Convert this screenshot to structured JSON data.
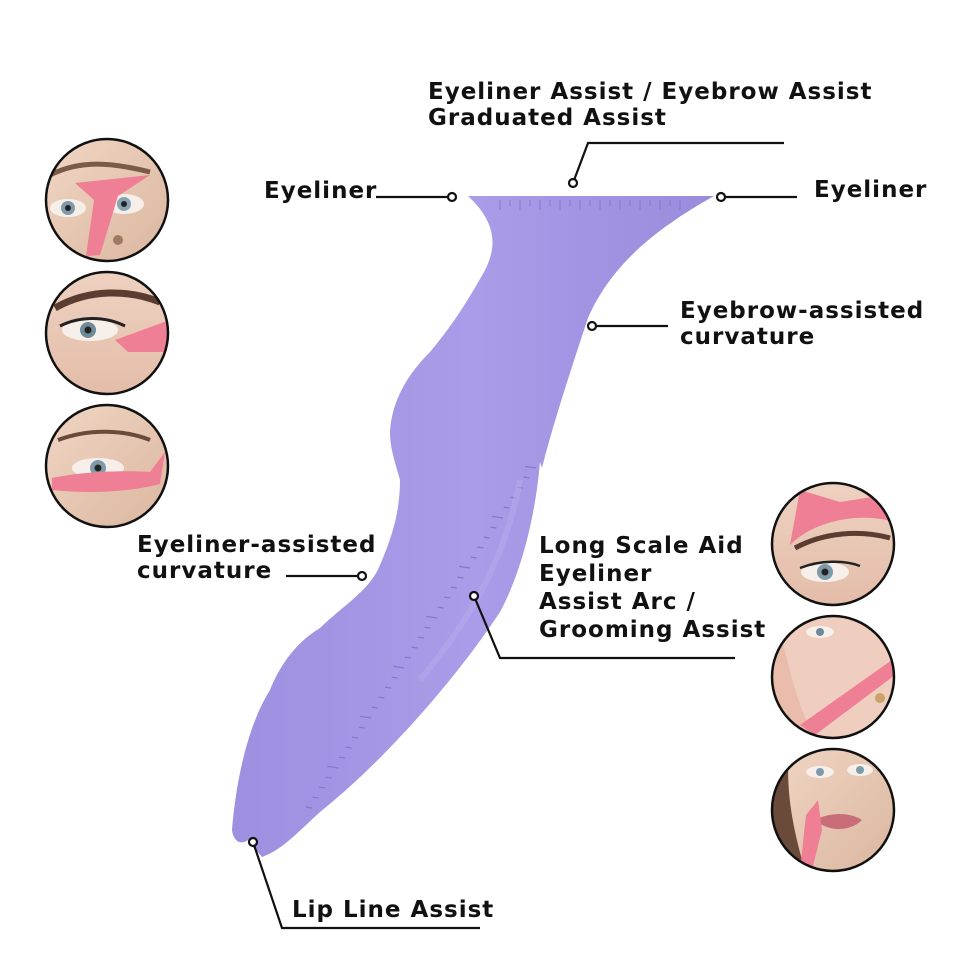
{
  "labels": {
    "top_line1": "Eyeliner Assist / Eyebrow Assist",
    "top_line2": "Graduated Assist",
    "eyeliner_left": "Eyeliner",
    "eyeliner_right": "Eyeliner",
    "eyebrow_curve_line1": "Eyebrow-assisted",
    "eyebrow_curve_line2": "curvature",
    "eyeliner_curve_line1": "Eyeliner-assisted",
    "eyeliner_curve_line2": "curvature",
    "long_scale_line1": "Long Scale Aid",
    "long_scale_line2": "Eyeliner",
    "long_scale_line3": "Assist Arc /",
    "long_scale_line4": "Grooming Assist",
    "lip_line": "Lip Line Assist"
  },
  "colors": {
    "tool": "#a99be6",
    "tool_dark": "#8f80d6",
    "tool_highlight": "#bdb2ef",
    "pink_tool": "#ef7f95",
    "leader_line": "#111111"
  },
  "photos": {
    "left": [
      "eyeliner-application-photo",
      "eyeliner-wing-photo",
      "eye-contour-photo"
    ],
    "right": [
      "eyebrow-shaping-photo",
      "cheek-contour-photo",
      "lip-line-photo"
    ]
  }
}
